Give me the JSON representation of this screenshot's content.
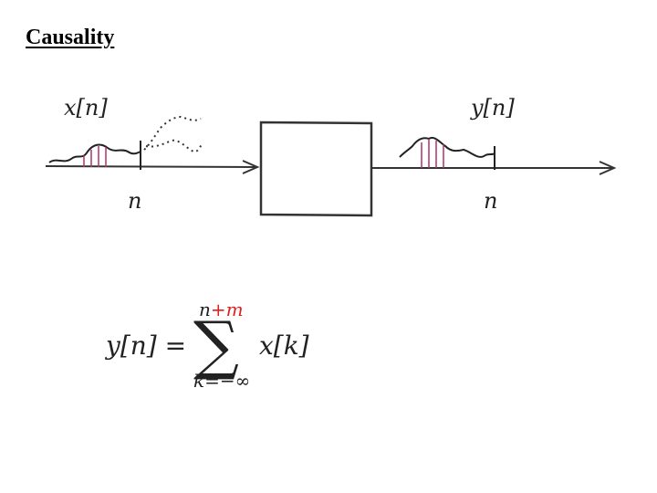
{
  "title": "Causality",
  "diagram": {
    "input_label": "x[n]",
    "output_label": "y[n]",
    "input_axis_label": "n",
    "output_axis_label": "n"
  },
  "formula": {
    "lhs": "y[n] =",
    "sum_upper_base": "n",
    "sum_upper_highlight": "+m",
    "sum_lower": "k=−∞",
    "summand": "x[k]",
    "highlight_color": "#e02020"
  }
}
